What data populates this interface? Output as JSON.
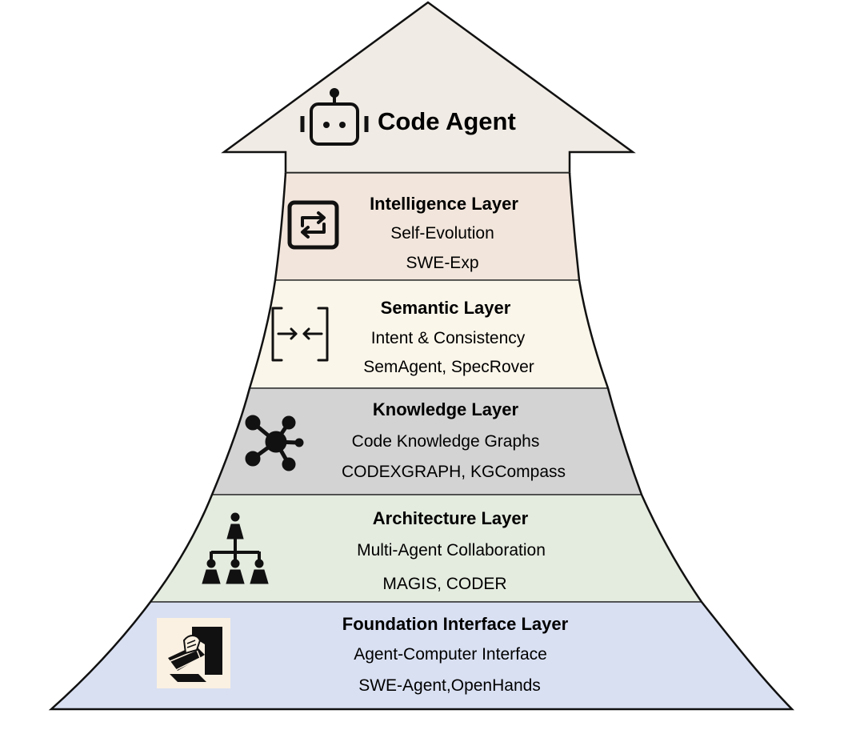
{
  "top": {
    "title": "Code Agent",
    "icon": "robot-icon",
    "color": "#f0ebe4"
  },
  "layers": [
    {
      "title": "Intelligence Layer",
      "line1": "Self-Evolution",
      "line2": "SWE-Exp",
      "icon": "repeat-arrows-icon",
      "color": "#f2e6dc"
    },
    {
      "title": "Semantic Layer",
      "line1": "Intent & Consistency",
      "line2": "SemAgent, SpecRover",
      "icon": "compress-arrows-icon",
      "color": "#fbf6ea"
    },
    {
      "title": "Knowledge Layer",
      "line1": "Code Knowledge Graphs",
      "line2": "CODEXGRAPH, KGCompass",
      "icon": "network-graph-icon",
      "color": "#d4d3d3"
    },
    {
      "title": "Architecture Layer",
      "line1": "Multi-Agent Collaboration",
      "line2": "MAGIS, CODER",
      "icon": "org-hierarchy-icon",
      "color": "#e4ebdf"
    },
    {
      "title": "Foundation Interface Layer",
      "line1": "Agent-Computer Interface",
      "line2": "SWE-Agent,OpenHands",
      "icon": "computer-hand-icon",
      "color": "#d9e0f2"
    }
  ]
}
